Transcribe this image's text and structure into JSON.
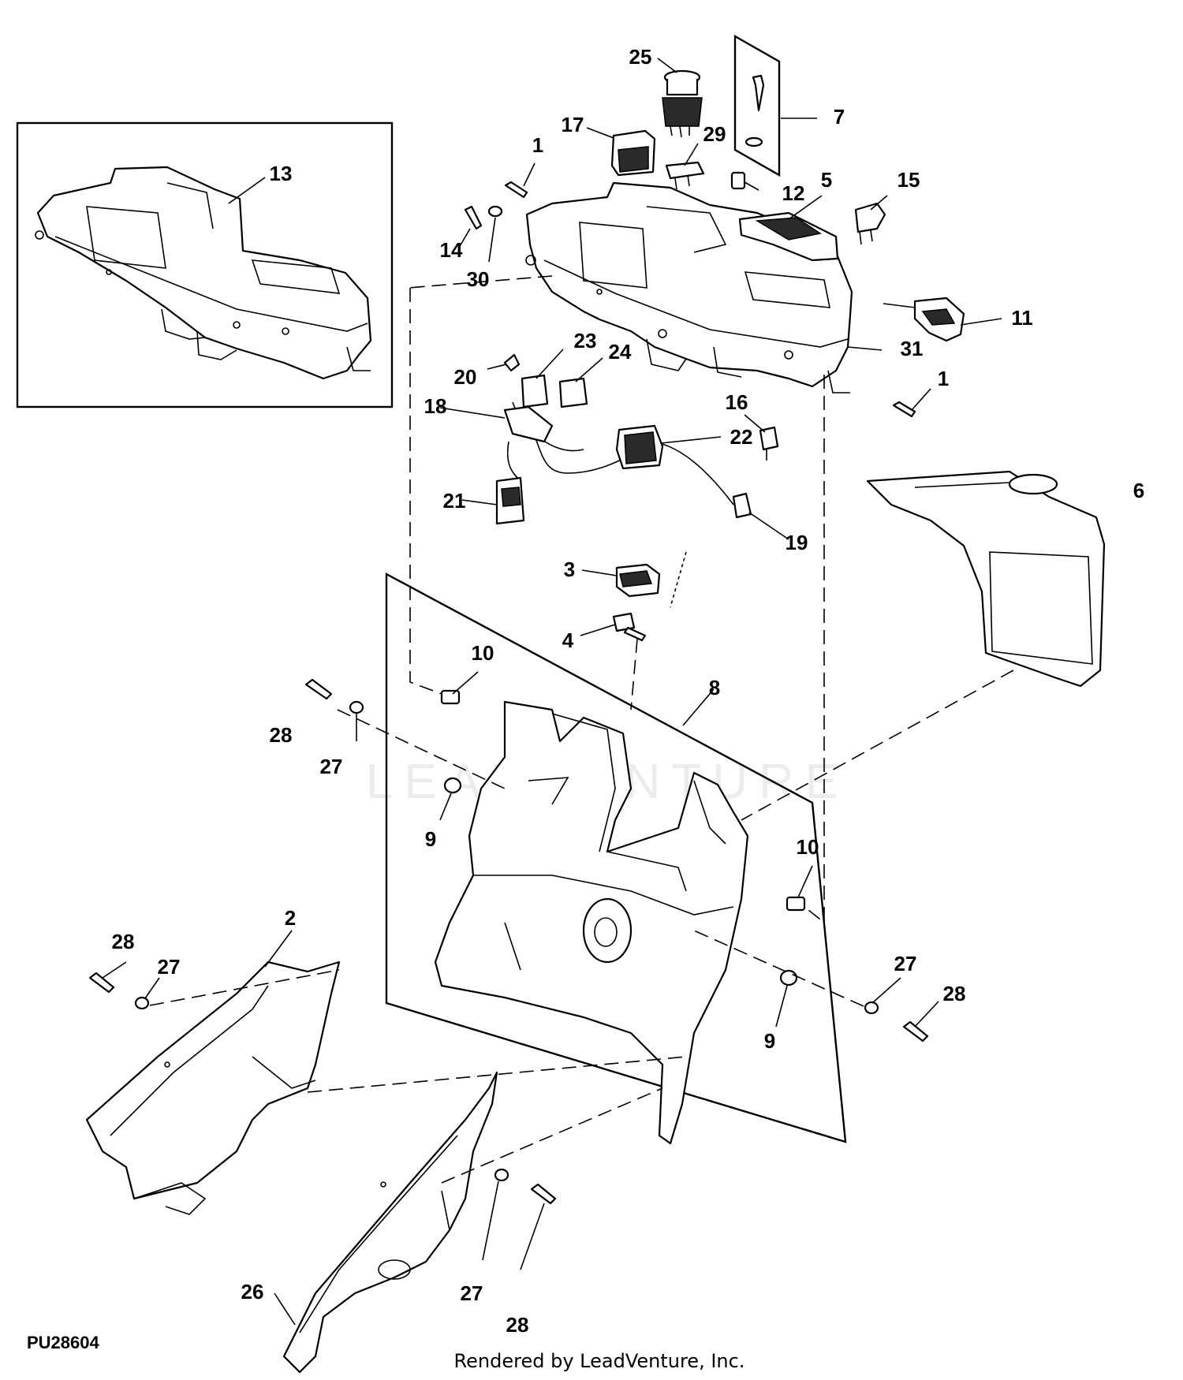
{
  "drawing_id": "PU28604",
  "credit": "Rendered by LeadVenture, Inc.",
  "watermark": "LEADVENTURE",
  "callouts": [
    "1",
    "2",
    "3",
    "4",
    "5",
    "6",
    "7",
    "8",
    "9",
    "10",
    "11",
    "12",
    "13",
    "14",
    "15",
    "16",
    "17",
    "18",
    "19",
    "20",
    "21",
    "22",
    "23",
    "24",
    "25",
    "26",
    "27",
    "28",
    "29",
    "30",
    "31"
  ]
}
